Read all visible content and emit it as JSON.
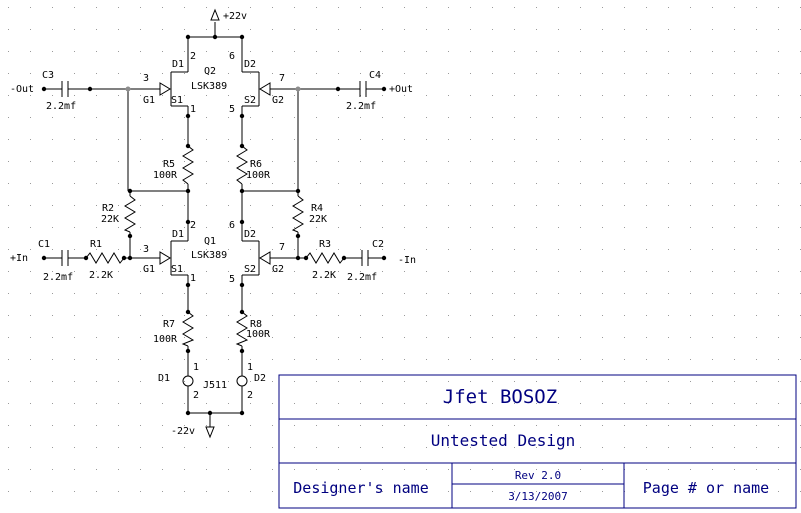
{
  "colors": {
    "wire": "#000000",
    "frame": "#000080",
    "grid": "#9a9a9a",
    "open_node": "#8c8c8c"
  },
  "supply": {
    "pos": "+22v",
    "neg": "-22v"
  },
  "ports": {
    "out_minus": "-Out",
    "out_plus": "+Out",
    "in_plus": "+In",
    "in_minus": "-In"
  },
  "caps": {
    "c1": {
      "ref": "C1",
      "value": "2.2mf"
    },
    "c2": {
      "ref": "C2",
      "value": "2.2mf"
    },
    "c3": {
      "ref": "C3",
      "value": "2.2mf"
    },
    "c4": {
      "ref": "C4",
      "value": "2.2mf"
    }
  },
  "resistors": {
    "r1": {
      "ref": "R1",
      "value": "2.2K"
    },
    "r2": {
      "ref": "R2",
      "value": "22K"
    },
    "r3": {
      "ref": "R3",
      "value": "2.2K"
    },
    "r4": {
      "ref": "R4",
      "value": "22K"
    },
    "r5": {
      "ref": "R5",
      "value": "100R"
    },
    "r6": {
      "ref": "R6",
      "value": "100R"
    },
    "r7": {
      "ref": "R7",
      "value": "100R"
    },
    "r8": {
      "ref": "R8",
      "value": "100R"
    }
  },
  "q2": {
    "ref": "Q2",
    "part": "LSK389",
    "d1": "D1",
    "s1": "S1",
    "g1": "G1",
    "d2": "D2",
    "s2": "S2",
    "g2": "G2",
    "p_g1": "3",
    "p_d1": "2",
    "p_s1": "1",
    "p_d2": "6",
    "p_s2": "5",
    "p_g2": "7"
  },
  "q1": {
    "ref": "Q1",
    "part": "LSK389",
    "d1": "D1",
    "s1": "S1",
    "g1": "G1",
    "d2": "D2",
    "s2": "S2",
    "g2": "G2",
    "p_g1": "3",
    "p_d1": "2",
    "p_s1": "1",
    "p_d2": "6",
    "p_s2": "5",
    "p_g2": "7"
  },
  "diodes": {
    "part": "J511",
    "d1": "D1",
    "d2": "D2",
    "p1a": "1",
    "p1b": "2",
    "p2a": "1",
    "p2b": "2"
  },
  "title_block": {
    "title": "Jfet BOSOZ",
    "subtitle": "Untested Design",
    "designer": "Designer's name",
    "revision": "Rev 2.0",
    "date": "3/13/2007",
    "page": "Page # or name"
  }
}
